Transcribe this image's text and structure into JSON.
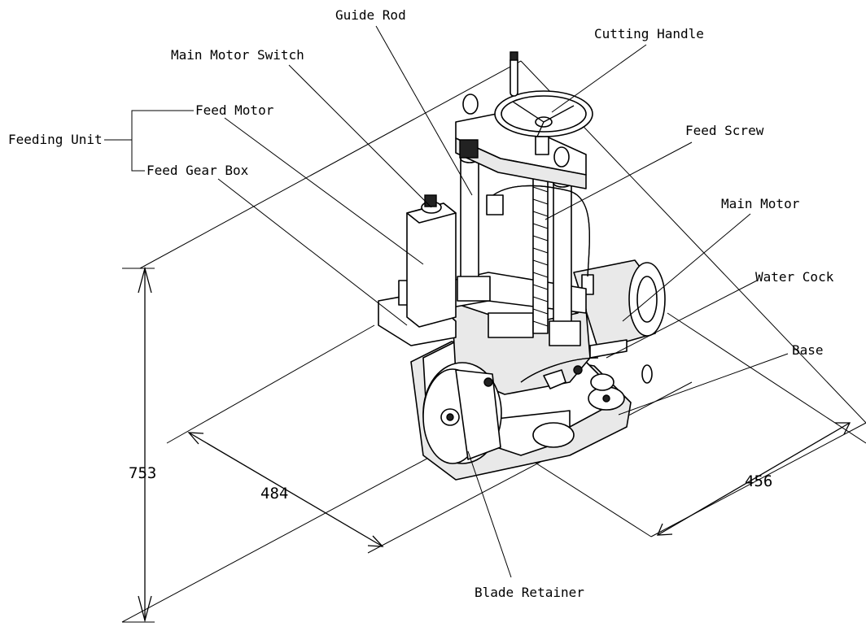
{
  "labels": {
    "guide_rod": "Guide Rod",
    "cutting_handle": "Cutting Handle",
    "main_motor_switch": "Main Motor Switch",
    "feed_motor": "Feed Motor",
    "feeding_unit": "Feeding Unit",
    "feed_gear_box": "Feed Gear Box",
    "feed_screw": "Feed Screw",
    "main_motor": "Main Motor",
    "water_cock": "Water Cock",
    "base": "Base",
    "blade_retainer": "Blade Retainer"
  },
  "dimensions": {
    "height": "753",
    "length": "484",
    "width": "456"
  }
}
